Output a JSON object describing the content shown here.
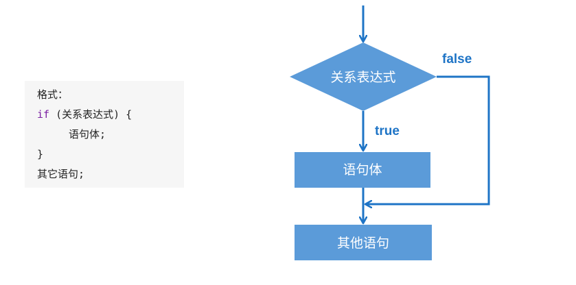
{
  "code": {
    "line1": "格式：",
    "line2_kw": "if",
    "line2_rest": " (关系表达式) {",
    "line3": "语句体;",
    "line4": "}",
    "line5": "其它语句;"
  },
  "flowchart": {
    "condition": "关系表达式",
    "true_label": "true",
    "false_label": "false",
    "body": "语句体",
    "next": "其他语句"
  },
  "colors": {
    "node_fill": "#5b9bd9",
    "arrow": "#1e74c6",
    "code_bg": "#f6f6f6",
    "keyword": "#7a1fa2"
  }
}
